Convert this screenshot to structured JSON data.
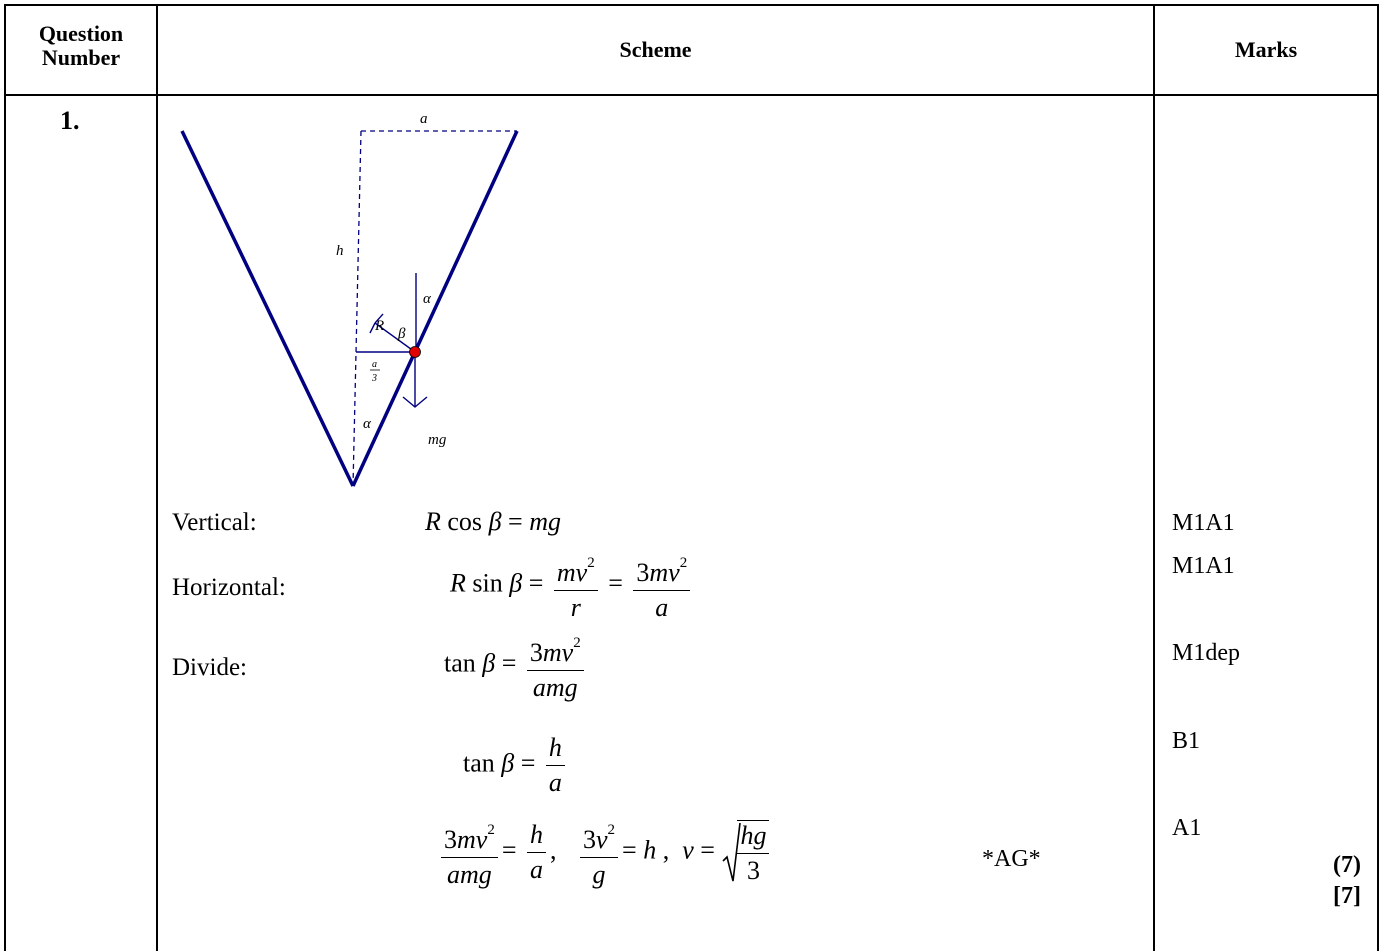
{
  "header": {
    "question_line1": "Question",
    "question_line2": "Number",
    "scheme": "Scheme",
    "marks": "Marks"
  },
  "question": {
    "number": "1."
  },
  "diagram": {
    "label_a_top": "a",
    "label_h": "h",
    "label_R": "R",
    "label_beta": "β",
    "label_alpha_upper": "α",
    "label_alpha_lower": "α",
    "label_a_frac_num": "a",
    "label_a_frac_den": "3",
    "label_mg": "mg",
    "line_color": "#000080",
    "particle_color": "#e00000"
  },
  "steps": {
    "vertical_label": "Vertical:",
    "horizontal_label": "Horizontal:",
    "divide_label": "Divide:",
    "ag": "*AG*"
  },
  "marks": {
    "m1": "M1A1",
    "m2": "M1A1",
    "m3": "M1dep",
    "m4": "B1",
    "m5": "A1",
    "subtotal": "(7)",
    "total": "[7]"
  }
}
